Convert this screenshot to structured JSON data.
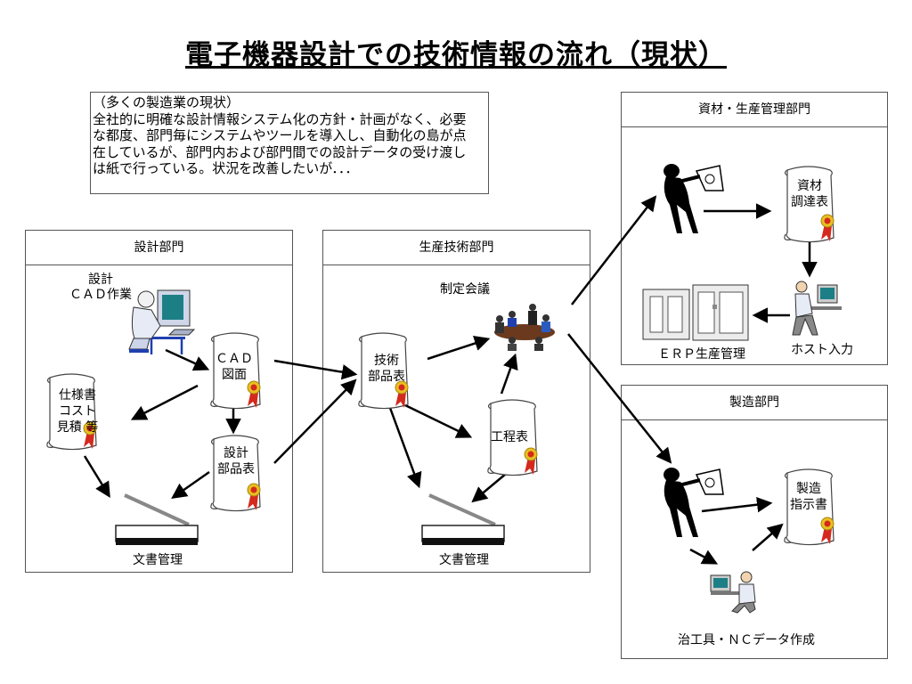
{
  "title": "電子機器設計での技術情報の流れ（現状）",
  "note": {
    "lines": [
      "（多くの製造業の現状）",
      "全社的に明確な設計情報システム化の方針・計画がなく、必要",
      "な都度、部門毎にシステムやツールを導入し、自動化の島が点",
      "在しているが、部門内および部門間での設計データの受け渡し",
      "は紙で行っている。状況を改善したいが．．．"
    ]
  },
  "panels": {
    "design": "設計部門",
    "production_eng": "生産技術部門",
    "materials": "資材・生産管理部門",
    "manufacturing": "製造部門"
  },
  "labels": {
    "cad_work_1": "設計",
    "cad_work_2": "ＣＡＤ作業",
    "meeting": "制定会議",
    "doc_mgmt_1": "文書管理",
    "doc_mgmt_2": "文書管理",
    "erp": "ＥＲＰ生産管理",
    "host_input": "ホスト入力",
    "jig_nc": "治工具・ＮＣデータ作成"
  },
  "documents": {
    "cad_drawing": [
      "ＣＡＤ",
      "図面"
    ],
    "spec_cost": [
      "仕様書",
      "コスト",
      "見積  等"
    ],
    "design_bom": [
      "設計",
      "部品表"
    ],
    "tech_bom": [
      "技術",
      "部品表"
    ],
    "process_table": [
      "工程表"
    ],
    "procurement": [
      "資材",
      "調達表"
    ],
    "work_instruction": [
      "製造",
      "指示書"
    ]
  },
  "colors": {
    "seal": "#d42a1e",
    "ribbon": "#e8c020",
    "monitor": "#1d7f86",
    "person_shirt": "#e7ebf5",
    "server": "#ececec"
  }
}
